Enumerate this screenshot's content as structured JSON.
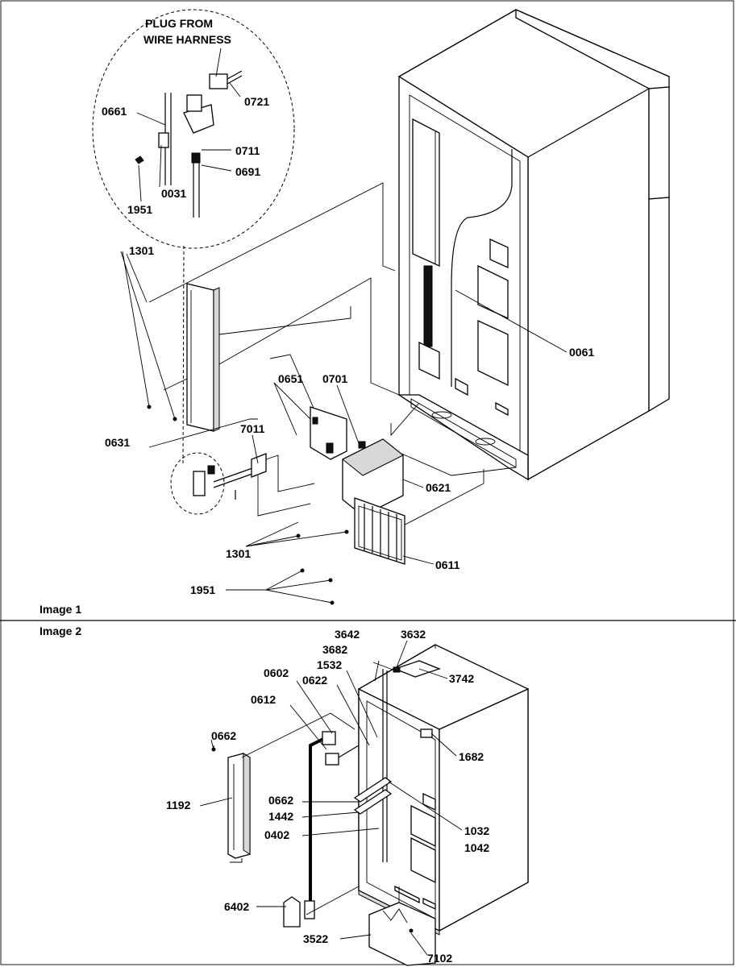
{
  "image1": {
    "caption": "Image 1",
    "callout": {
      "line1": "PLUG FROM",
      "line2": "WIRE HARNESS"
    },
    "labels": {
      "p0721": "0721",
      "p0661": "0661",
      "p0711": "0711",
      "p0691": "0691",
      "p0031": "0031",
      "p1951a": "1951",
      "p1301a": "1301",
      "p0061": "0061",
      "p0651": "0651",
      "p0701": "0701",
      "p0631": "0631",
      "p7011": "7011",
      "p0621": "0621",
      "p1301b": "1301",
      "p0611": "0611",
      "p1951b": "1951"
    }
  },
  "image2": {
    "caption": "Image 2",
    "labels": {
      "p3642": "3642",
      "p3632": "3632",
      "p3682": "3682",
      "p1532": "1532",
      "p0602": "0602",
      "p0622": "0622",
      "p3742": "3742",
      "p0612": "0612",
      "p0662a": "0662",
      "p1682": "1682",
      "p1192": "1192",
      "p0662b": "0662",
      "p1442": "1442",
      "p0402": "0402",
      "p1032": "1032",
      "p1042": "1042",
      "p6402": "6402",
      "p3522": "3522",
      "p7102": "7102"
    }
  }
}
